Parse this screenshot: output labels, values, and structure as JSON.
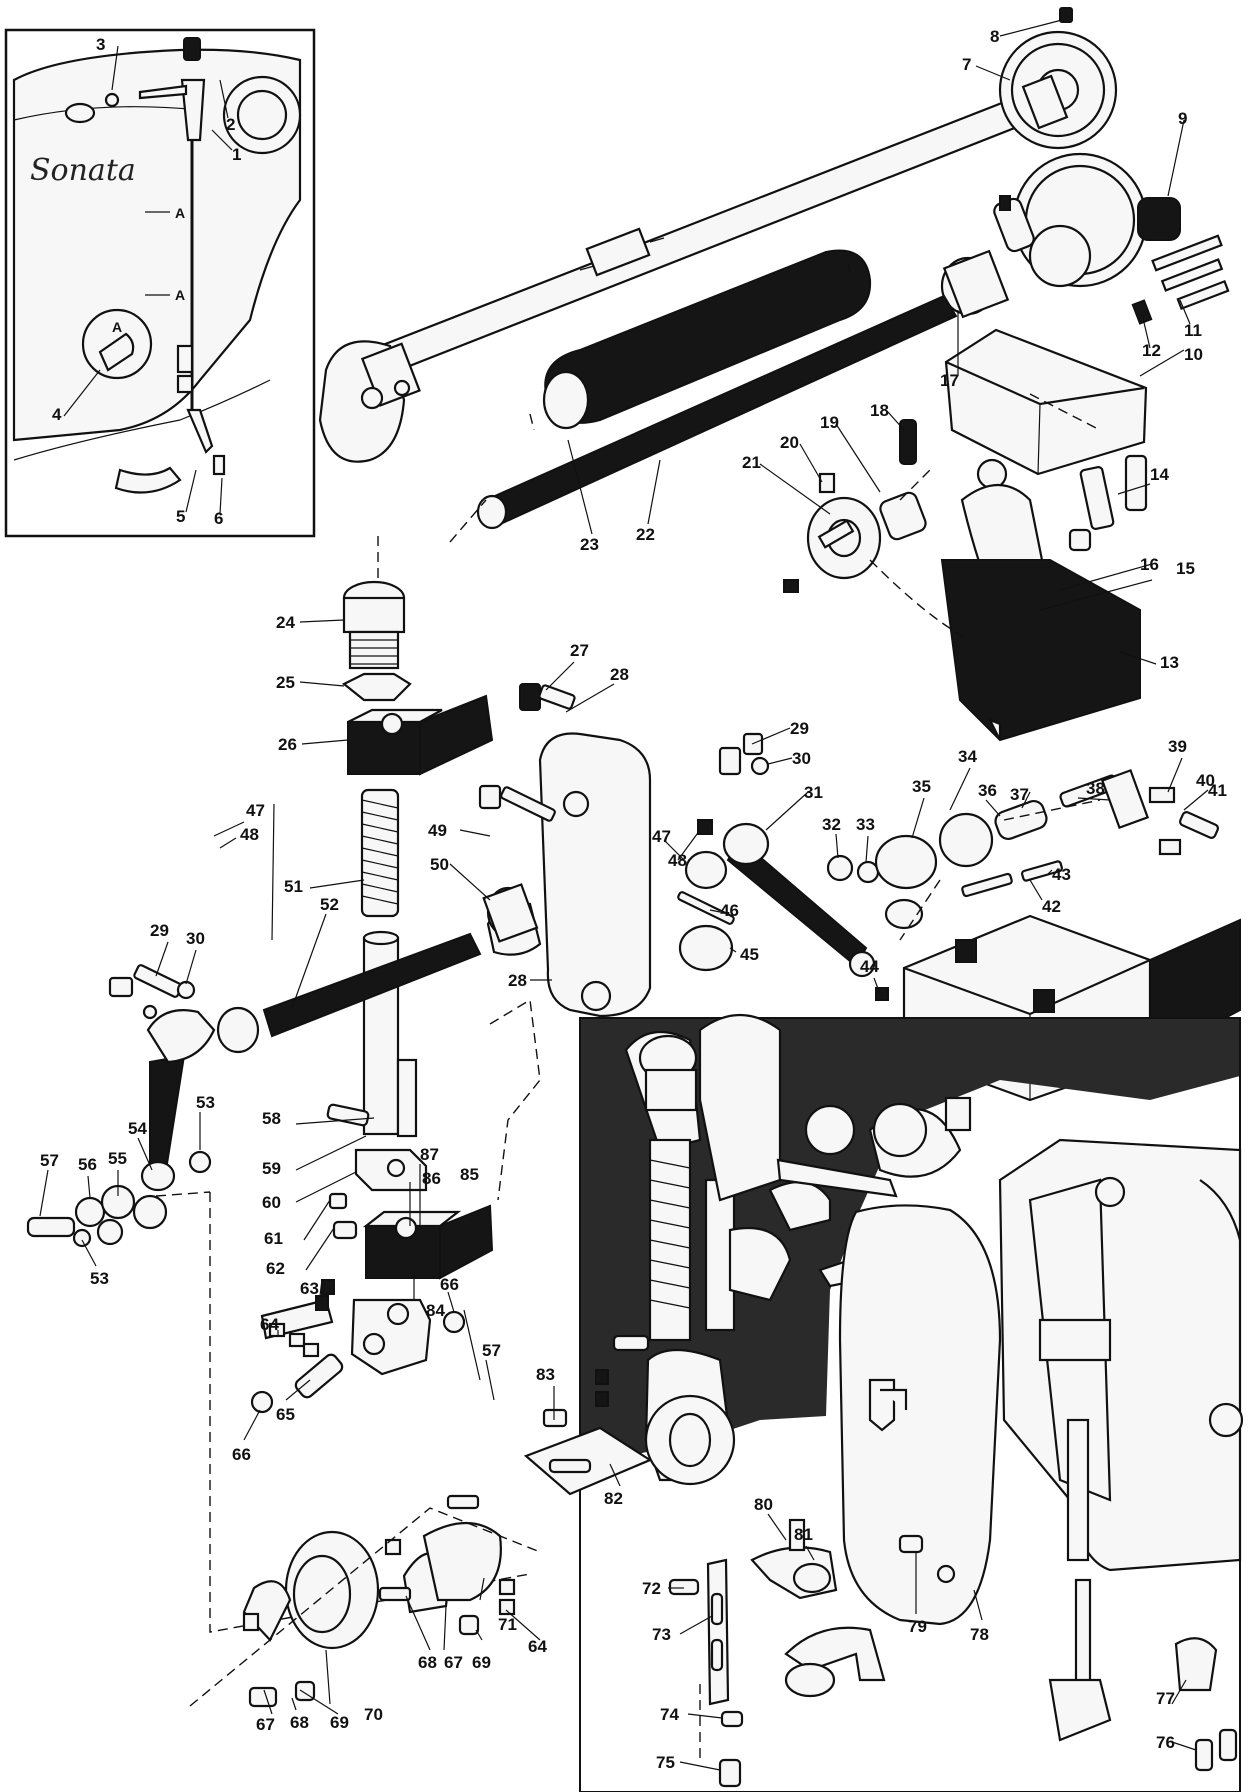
{
  "inset": {
    "brand_text": "Sonata",
    "point_labels": [
      "A",
      "A",
      "A"
    ]
  },
  "callouts": [
    {
      "id": "1",
      "name": "callout-1"
    },
    {
      "id": "2",
      "name": "callout-2"
    },
    {
      "id": "3",
      "name": "callout-3"
    },
    {
      "id": "4",
      "name": "callout-4"
    },
    {
      "id": "5",
      "name": "callout-5"
    },
    {
      "id": "6",
      "name": "callout-6"
    },
    {
      "id": "7",
      "name": "callout-7"
    },
    {
      "id": "8",
      "name": "callout-8"
    },
    {
      "id": "9",
      "name": "callout-9"
    },
    {
      "id": "10",
      "name": "callout-10"
    },
    {
      "id": "11",
      "name": "callout-11"
    },
    {
      "id": "12",
      "name": "callout-12"
    },
    {
      "id": "13",
      "name": "callout-13"
    },
    {
      "id": "14",
      "name": "callout-14"
    },
    {
      "id": "15",
      "name": "callout-15"
    },
    {
      "id": "16",
      "name": "callout-16"
    },
    {
      "id": "17",
      "name": "callout-17"
    },
    {
      "id": "18",
      "name": "callout-18"
    },
    {
      "id": "19",
      "name": "callout-19"
    },
    {
      "id": "20",
      "name": "callout-20"
    },
    {
      "id": "21",
      "name": "callout-21"
    },
    {
      "id": "22",
      "name": "callout-22"
    },
    {
      "id": "23",
      "name": "callout-23"
    },
    {
      "id": "24",
      "name": "callout-24"
    },
    {
      "id": "25",
      "name": "callout-25"
    },
    {
      "id": "26",
      "name": "callout-26"
    },
    {
      "id": "27",
      "name": "callout-27"
    },
    {
      "id": "28",
      "name": "callout-28"
    },
    {
      "id": "28",
      "name": "callout-28b"
    },
    {
      "id": "29",
      "name": "callout-29"
    },
    {
      "id": "29",
      "name": "callout-29b"
    },
    {
      "id": "30",
      "name": "callout-30"
    },
    {
      "id": "30",
      "name": "callout-30b"
    },
    {
      "id": "31",
      "name": "callout-31"
    },
    {
      "id": "32",
      "name": "callout-32"
    },
    {
      "id": "33",
      "name": "callout-33"
    },
    {
      "id": "34",
      "name": "callout-34"
    },
    {
      "id": "35",
      "name": "callout-35"
    },
    {
      "id": "36",
      "name": "callout-36"
    },
    {
      "id": "37",
      "name": "callout-37"
    },
    {
      "id": "38",
      "name": "callout-38"
    },
    {
      "id": "39",
      "name": "callout-39"
    },
    {
      "id": "40",
      "name": "callout-40"
    },
    {
      "id": "41",
      "name": "callout-41"
    },
    {
      "id": "42",
      "name": "callout-42"
    },
    {
      "id": "43",
      "name": "callout-43"
    },
    {
      "id": "44",
      "name": "callout-44"
    },
    {
      "id": "45",
      "name": "callout-45"
    },
    {
      "id": "46",
      "name": "callout-46"
    },
    {
      "id": "47",
      "name": "callout-47"
    },
    {
      "id": "47",
      "name": "callout-47b"
    },
    {
      "id": "48",
      "name": "callout-48"
    },
    {
      "id": "48",
      "name": "callout-48b"
    },
    {
      "id": "49",
      "name": "callout-49"
    },
    {
      "id": "50",
      "name": "callout-50"
    },
    {
      "id": "51",
      "name": "callout-51"
    },
    {
      "id": "52",
      "name": "callout-52"
    },
    {
      "id": "53",
      "name": "callout-53"
    },
    {
      "id": "53",
      "name": "callout-53b"
    },
    {
      "id": "54",
      "name": "callout-54"
    },
    {
      "id": "55",
      "name": "callout-55"
    },
    {
      "id": "56",
      "name": "callout-56"
    },
    {
      "id": "57",
      "name": "callout-57"
    },
    {
      "id": "57",
      "name": "callout-57b"
    },
    {
      "id": "58",
      "name": "callout-58"
    },
    {
      "id": "59",
      "name": "callout-59"
    },
    {
      "id": "60",
      "name": "callout-60"
    },
    {
      "id": "61",
      "name": "callout-61"
    },
    {
      "id": "62",
      "name": "callout-62"
    },
    {
      "id": "63",
      "name": "callout-63"
    },
    {
      "id": "64",
      "name": "callout-64"
    },
    {
      "id": "64",
      "name": "callout-64b"
    },
    {
      "id": "65",
      "name": "callout-65"
    },
    {
      "id": "66",
      "name": "callout-66"
    },
    {
      "id": "66",
      "name": "callout-66b"
    },
    {
      "id": "67",
      "name": "callout-67"
    },
    {
      "id": "67",
      "name": "callout-67b"
    },
    {
      "id": "68",
      "name": "callout-68"
    },
    {
      "id": "68",
      "name": "callout-68b"
    },
    {
      "id": "69",
      "name": "callout-69"
    },
    {
      "id": "69",
      "name": "callout-69b"
    },
    {
      "id": "70",
      "name": "callout-70"
    },
    {
      "id": "71",
      "name": "callout-71"
    },
    {
      "id": "72",
      "name": "callout-72"
    },
    {
      "id": "73",
      "name": "callout-73"
    },
    {
      "id": "74",
      "name": "callout-74"
    },
    {
      "id": "75",
      "name": "callout-75"
    },
    {
      "id": "76",
      "name": "callout-76"
    },
    {
      "id": "77",
      "name": "callout-77"
    },
    {
      "id": "78",
      "name": "callout-78"
    },
    {
      "id": "79",
      "name": "callout-79"
    },
    {
      "id": "80",
      "name": "callout-80"
    },
    {
      "id": "81",
      "name": "callout-81"
    },
    {
      "id": "82",
      "name": "callout-82"
    },
    {
      "id": "83",
      "name": "callout-83"
    },
    {
      "id": "84",
      "name": "callout-84"
    },
    {
      "id": "85",
      "name": "callout-85"
    },
    {
      "id": "86",
      "name": "callout-86"
    },
    {
      "id": "87",
      "name": "callout-87"
    }
  ]
}
